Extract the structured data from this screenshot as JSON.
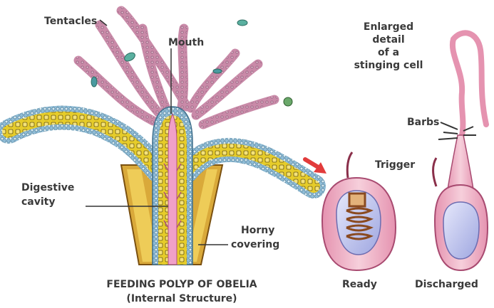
{
  "labels": {
    "tentacles": "Tentacles",
    "mouth": "Mouth",
    "digestive_line1": "Digestive",
    "digestive_line2": "cavity",
    "horny_line1": "Horny",
    "horny_line2": "covering",
    "enlarged_line1": "Enlarged",
    "enlarged_line2": "detail",
    "enlarged_line3": "of a",
    "enlarged_line4": "stinging cell",
    "barbs": "Barbs",
    "trigger": "Trigger",
    "ready": "Ready",
    "discharged": "Discharged",
    "title_line1": "FEEDING POLYP OF OBELIA",
    "title_line2": "(Internal Structure)"
  },
  "colors": {
    "tentacle": "#c98aa8",
    "tentacle_dots": "#7d4a6a",
    "body_wall_yellow": "#e6cc2a",
    "ectoderm_blue": "#6fa8c9",
    "gut_pink": "#f0a0c8",
    "horny_covering": "#d9a93a",
    "cell_pink": "#ecb0c4",
    "capsule_blue": "#c9cdf0",
    "arrow_red": "#e23b3b",
    "label_text": "#3a3a3a"
  }
}
